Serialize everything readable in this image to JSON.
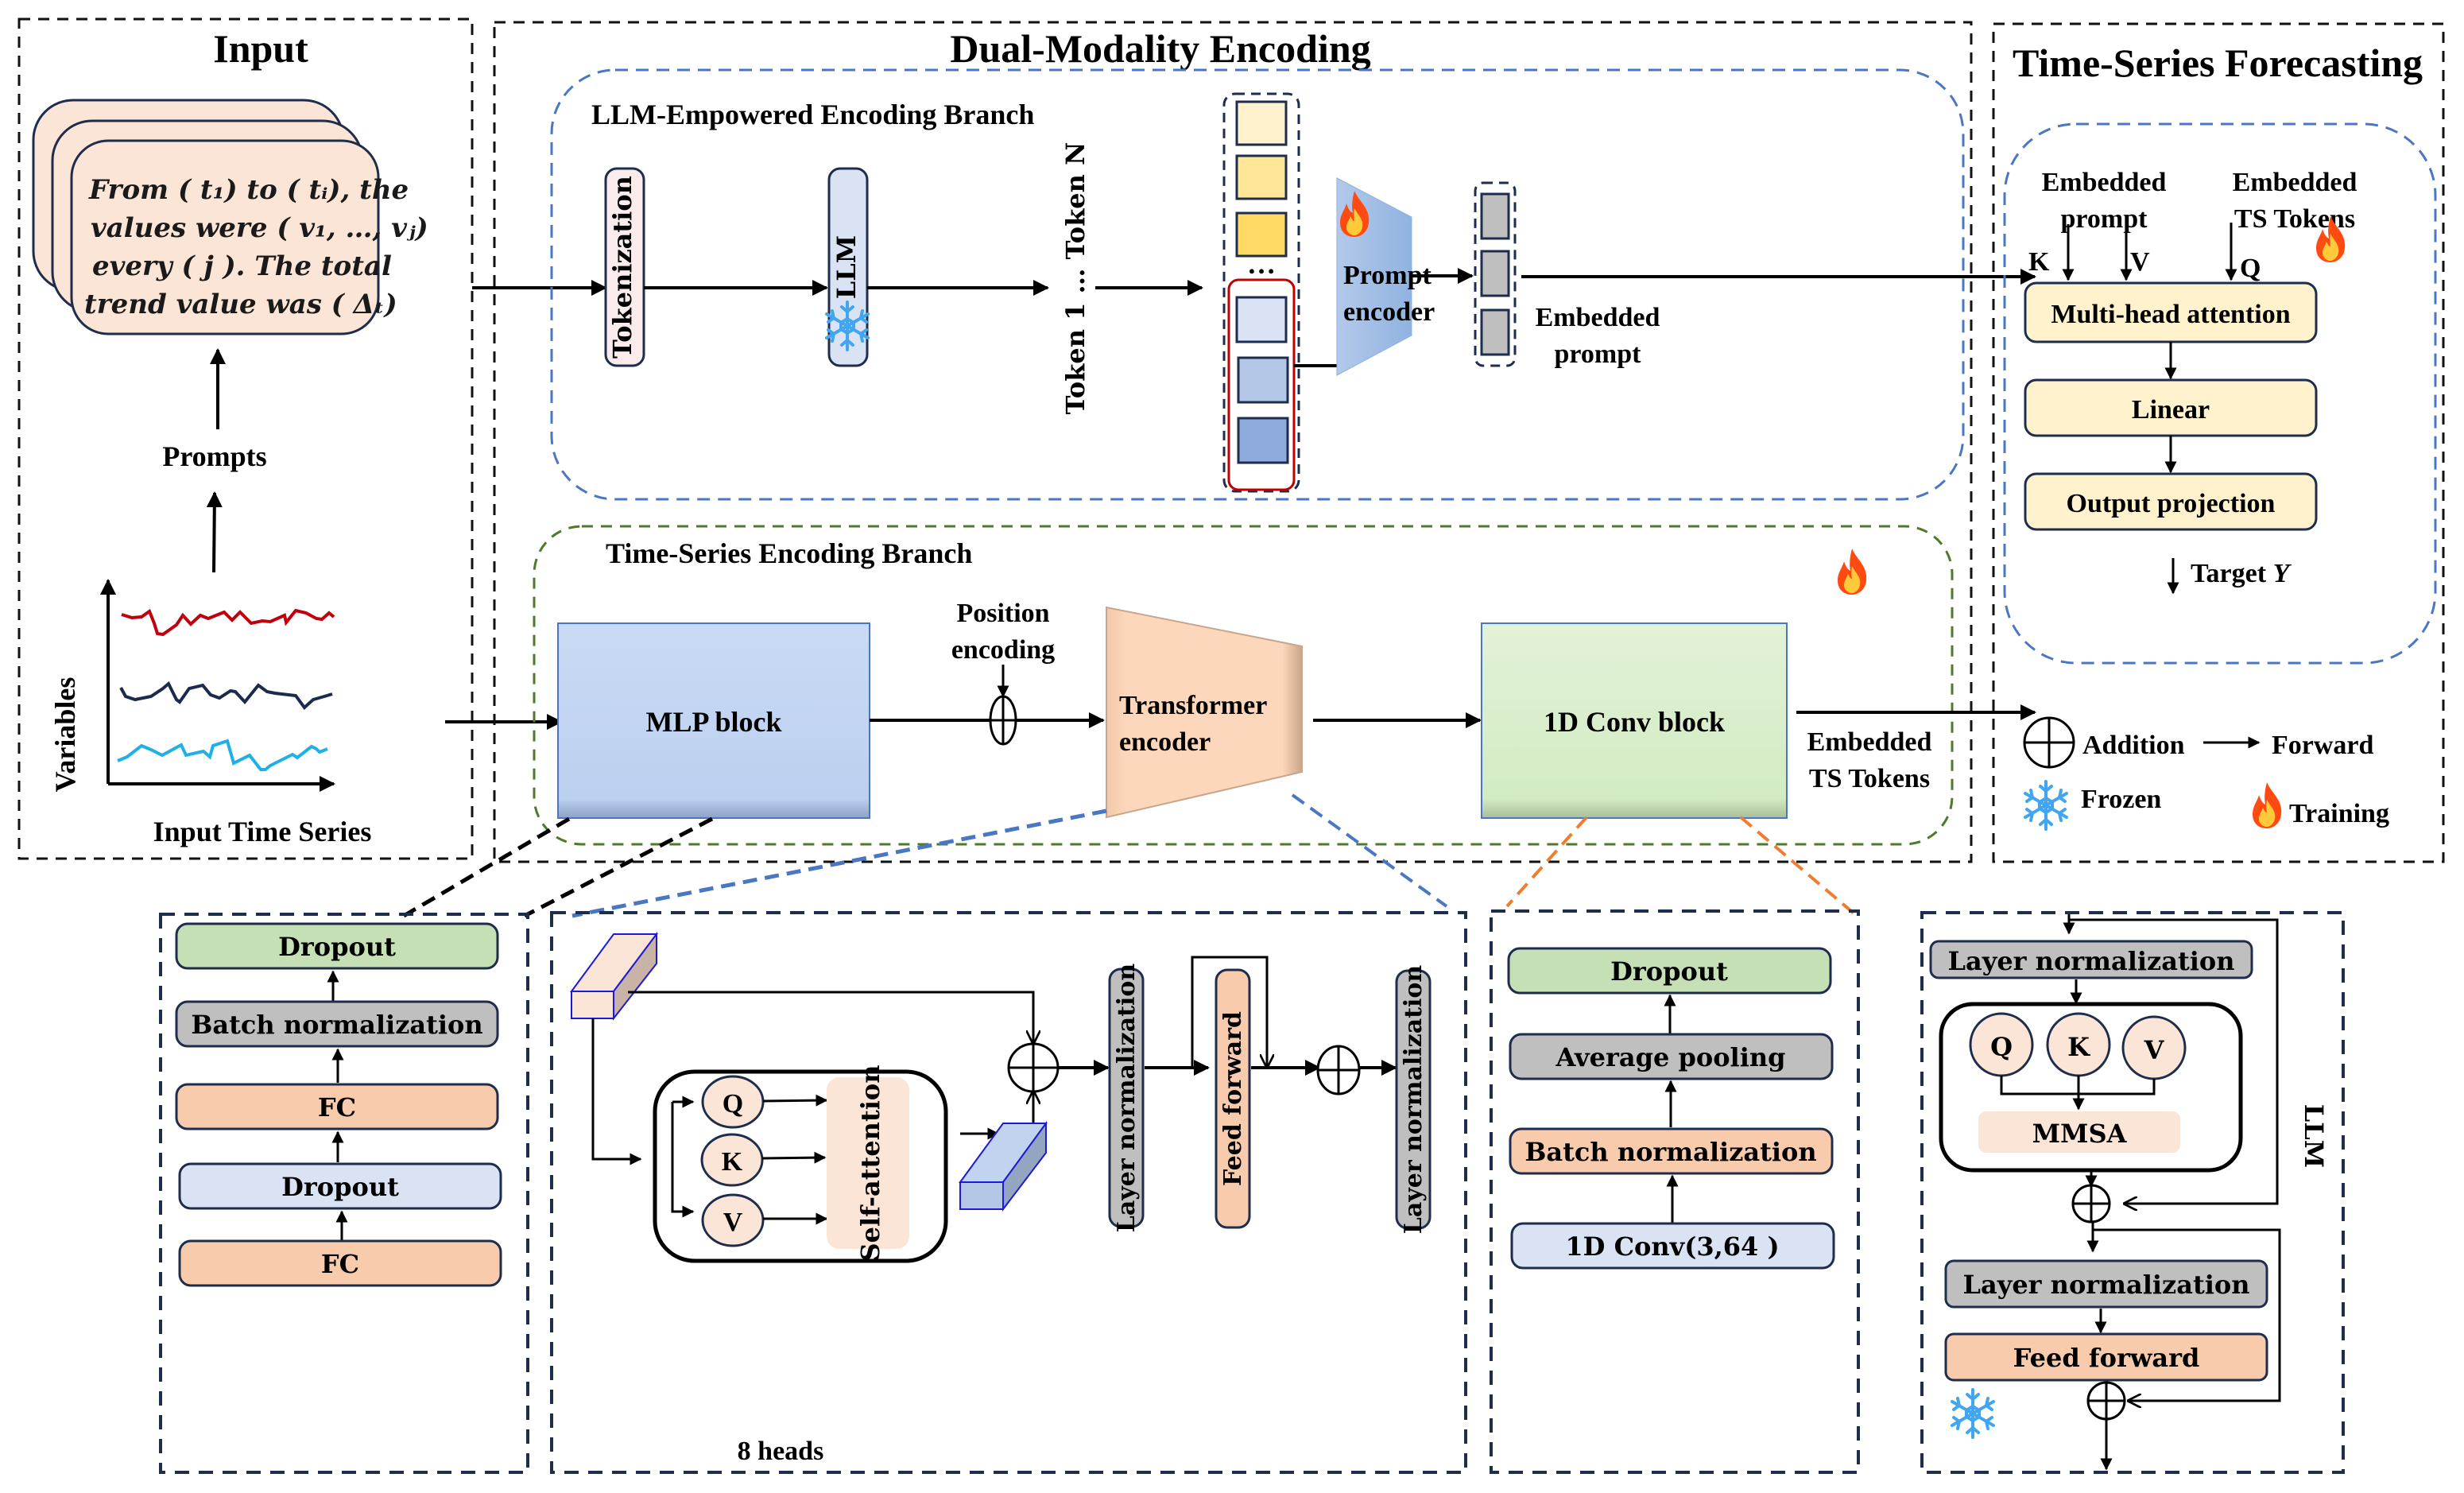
{
  "sections": {
    "input": {
      "title": "Input",
      "prompt_lines": [
        "From ( t₁) to ( tᵢ), the",
        "values were ( v₁, …, vⱼ)",
        "every ( j ). The total",
        "trend value was ( Δₜ)"
      ],
      "prompts_label": "Prompts",
      "y_axis_label": "Variables",
      "x_axis_label": "Input Time Series",
      "series_colors": [
        "#c0000b",
        "#1b2b4d",
        "#1eb0e6"
      ]
    },
    "dual": {
      "title": "Dual-Modality Encoding",
      "llm_branch": {
        "title": "LLM-Empowered Encoding Branch",
        "tokenization": "Tokenization",
        "llm": "LLM",
        "tokens": "Token 1 … Token N",
        "ellipsis": "…",
        "prompt_encoder": [
          "Prompt",
          "encoder"
        ],
        "embedded_prompt": [
          "Embedded",
          "prompt"
        ],
        "token_colors": [
          "#fff2cc",
          "#ffe699",
          "#ffd966",
          "#dae3f3",
          "#b4c7e7",
          "#8faadc"
        ]
      },
      "ts_branch": {
        "title": "Time-Series Encoding Branch",
        "mlp": "MLP block",
        "position_encoding": [
          "Position",
          "encoding"
        ],
        "transformer": [
          "Transformer",
          "encoder"
        ],
        "conv": "1D Conv block",
        "embedded_ts": [
          "Embedded",
          "TS Tokens"
        ]
      }
    },
    "forecast": {
      "title": "Time-Series Forecasting",
      "embedded_prompt": [
        "Embedded",
        "prompt"
      ],
      "embedded_ts": [
        "Embedded",
        "TS Tokens"
      ],
      "k": "K",
      "v": "V",
      "q": "Q",
      "mha": "Multi-head attention",
      "linear": "Linear",
      "output_projection": "Output projection",
      "target": "Target",
      "target_var": "Y"
    },
    "legend": {
      "addition": "Addition",
      "forward": "Forward",
      "frozen": "Frozen",
      "training": "Training"
    }
  },
  "details": {
    "mlp": {
      "blocks": [
        "Dropout",
        "Batch normalization",
        "FC",
        "Dropout",
        "FC"
      ]
    },
    "transformer": {
      "q": "Q",
      "k": "K",
      "v": "V",
      "self_attention": "Self-attention",
      "layer_norm_1": "Layer normalization",
      "feed_forward": "Feed forward",
      "layer_norm_2": "Layer normalization",
      "heads": "8 heads"
    },
    "conv": {
      "blocks": [
        "Dropout",
        "Average pooling",
        "Batch normalization",
        "1D Conv(3,64 )"
      ]
    },
    "llm": {
      "layer_norm_1": "Layer normalization",
      "q": "Q",
      "k": "K",
      "v": "V",
      "mmsa": "MMSA",
      "layer_norm_2": "Layer normalization",
      "feed_forward": "Feed forward",
      "side_label": "LLM"
    }
  },
  "colors": {
    "peach": "#fbe5d6",
    "light_blue": "#dae3f3",
    "mlp_blue": "#bdd1f0",
    "conv_green": "#d3ebc3",
    "green": "#c5e0b4",
    "gray": "#bfbfbf",
    "orange": "#f8cbad",
    "yellow": "#fff2cc",
    "token_pink": "#fbecec"
  }
}
